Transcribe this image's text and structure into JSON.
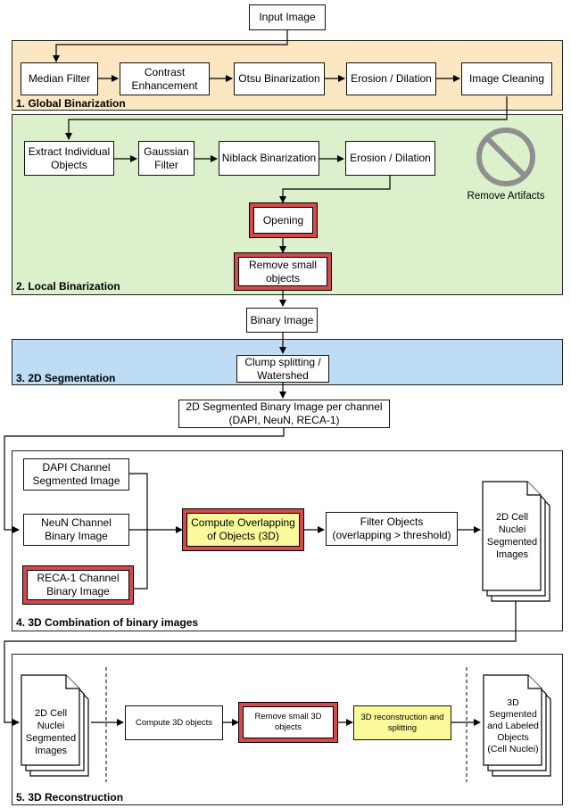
{
  "nodes": {
    "input_image": "Input Image",
    "median_filter": "Median Filter",
    "contrast_enhancement": "Contrast\nEnhancement",
    "otsu_binarization": "Otsu Binarization",
    "erosion_dilation_1": "Erosion / Dilation",
    "image_cleaning": "Image Cleaning",
    "extract_objects": "Extract Individual\nObjects",
    "gaussian_filter": "Gaussian\nFilter",
    "niblack_binarization": "Niblack Binarization",
    "erosion_dilation_2": "Erosion / Dilation",
    "remove_artifacts": "Remove Artifacts",
    "opening": "Opening",
    "remove_small_objects": "Remove small\nobjects",
    "binary_image": "Binary Image",
    "clump_splitting": "Clump splitting /\nWatershed",
    "segmented_binary": "2D Segmented Binary Image per channel\n(DAPI, NeuN, RECA-1)",
    "dapi_channel": "DAPI Channel\nSegmented Image",
    "neun_channel": "NeuN Channel\nBinary Image",
    "reca_channel": "RECA-1 Channel\nBinary Image",
    "compute_overlapping": "Compute Overlapping\nof Objects (3D)",
    "filter_objects": "Filter Objects\n(overlapping > threshold)",
    "cell_nuclei_images_1": "2D Cell Nuclei\nSegmented\nImages",
    "cell_nuclei_images_2": "2D Cell Nuclei\nSegmented\nImages",
    "compute_3d_objects": "Compute 3D objects",
    "remove_small_3d": "Remove small 3D\nobjects",
    "reconstruction_splitting": "3D reconstruction and\nsplitting",
    "labeled_objects": "3D Segmented\nand Labeled\nObjects\n(Cell Nuclei)"
  },
  "panels": {
    "global": "1. Global Binarization",
    "local": "2. Local Binarization",
    "segmentation": "3. 2D Segmentation",
    "combination": "4. 3D Combination of binary images",
    "reconstruction": "5. 3D Reconstruction"
  },
  "colors": {
    "global_bg": "#fbe7c2",
    "local_bg": "#dcf1cb",
    "segmentation_bg": "#bfdcf5",
    "highlight_red": "#d5484b",
    "highlight_yellow": "#fafa9a"
  }
}
